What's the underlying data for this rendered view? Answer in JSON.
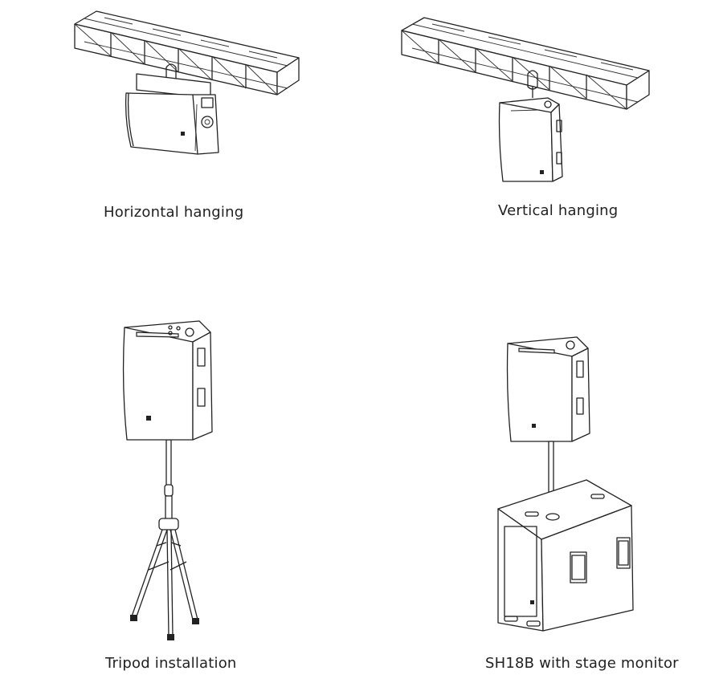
{
  "captions": {
    "horizontal": "Horizontal hanging",
    "vertical": "Vertical hanging",
    "tripod": "Tripod installation",
    "sub": "SH18B with stage monitor"
  }
}
